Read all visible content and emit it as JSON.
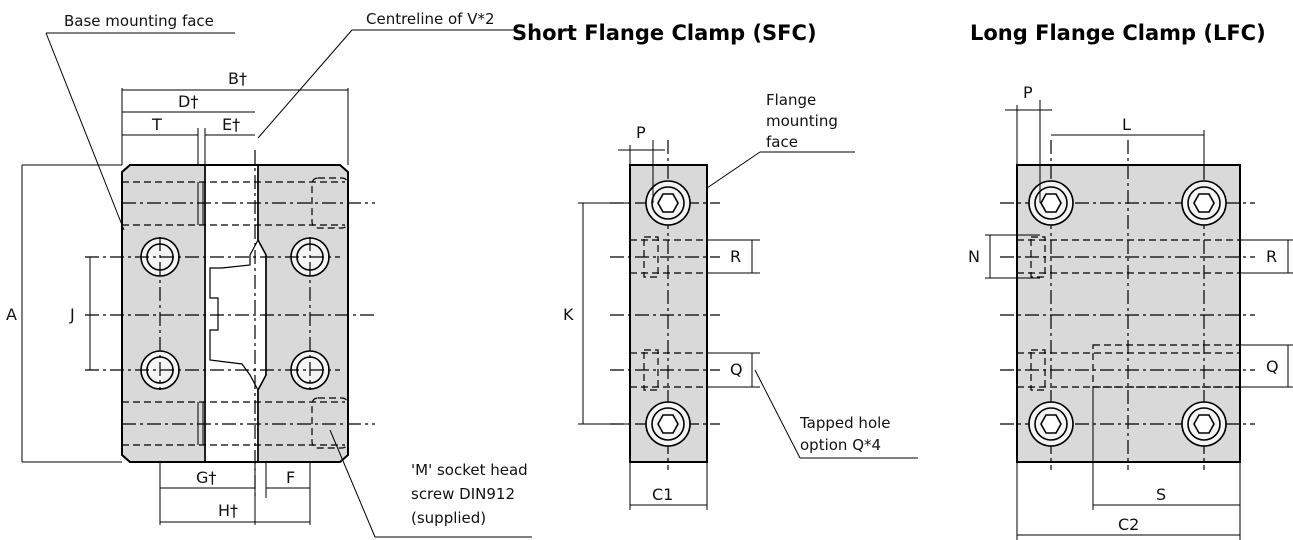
{
  "titles": {
    "sfc": "Short Flange Clamp (SFC)",
    "lfc": "Long Flange Clamp (LFC)"
  },
  "callouts": {
    "base_mounting_face": "Base mounting face",
    "centreline_v": "Centreline of V*2",
    "flange_mounting_line1": "Flange",
    "flange_mounting_line2": "mounting",
    "flange_mounting_line3": "face",
    "tapped_hole_line1": "Tapped hole",
    "tapped_hole_line2": "option Q*4",
    "screw_line1": "'M' socket head",
    "screw_line2": "screw DIN912",
    "screw_line3": "(supplied)"
  },
  "dimensions": {
    "A": "A",
    "B": "B†",
    "D": "D†",
    "T": "T",
    "E": "E†",
    "J": "J",
    "G": "G†",
    "H": "H†",
    "F": "F",
    "P": "P",
    "K": "K",
    "R": "R",
    "Q": "Q",
    "C1": "C1",
    "L": "L",
    "N": "N",
    "S": "S",
    "C2": "C2"
  }
}
